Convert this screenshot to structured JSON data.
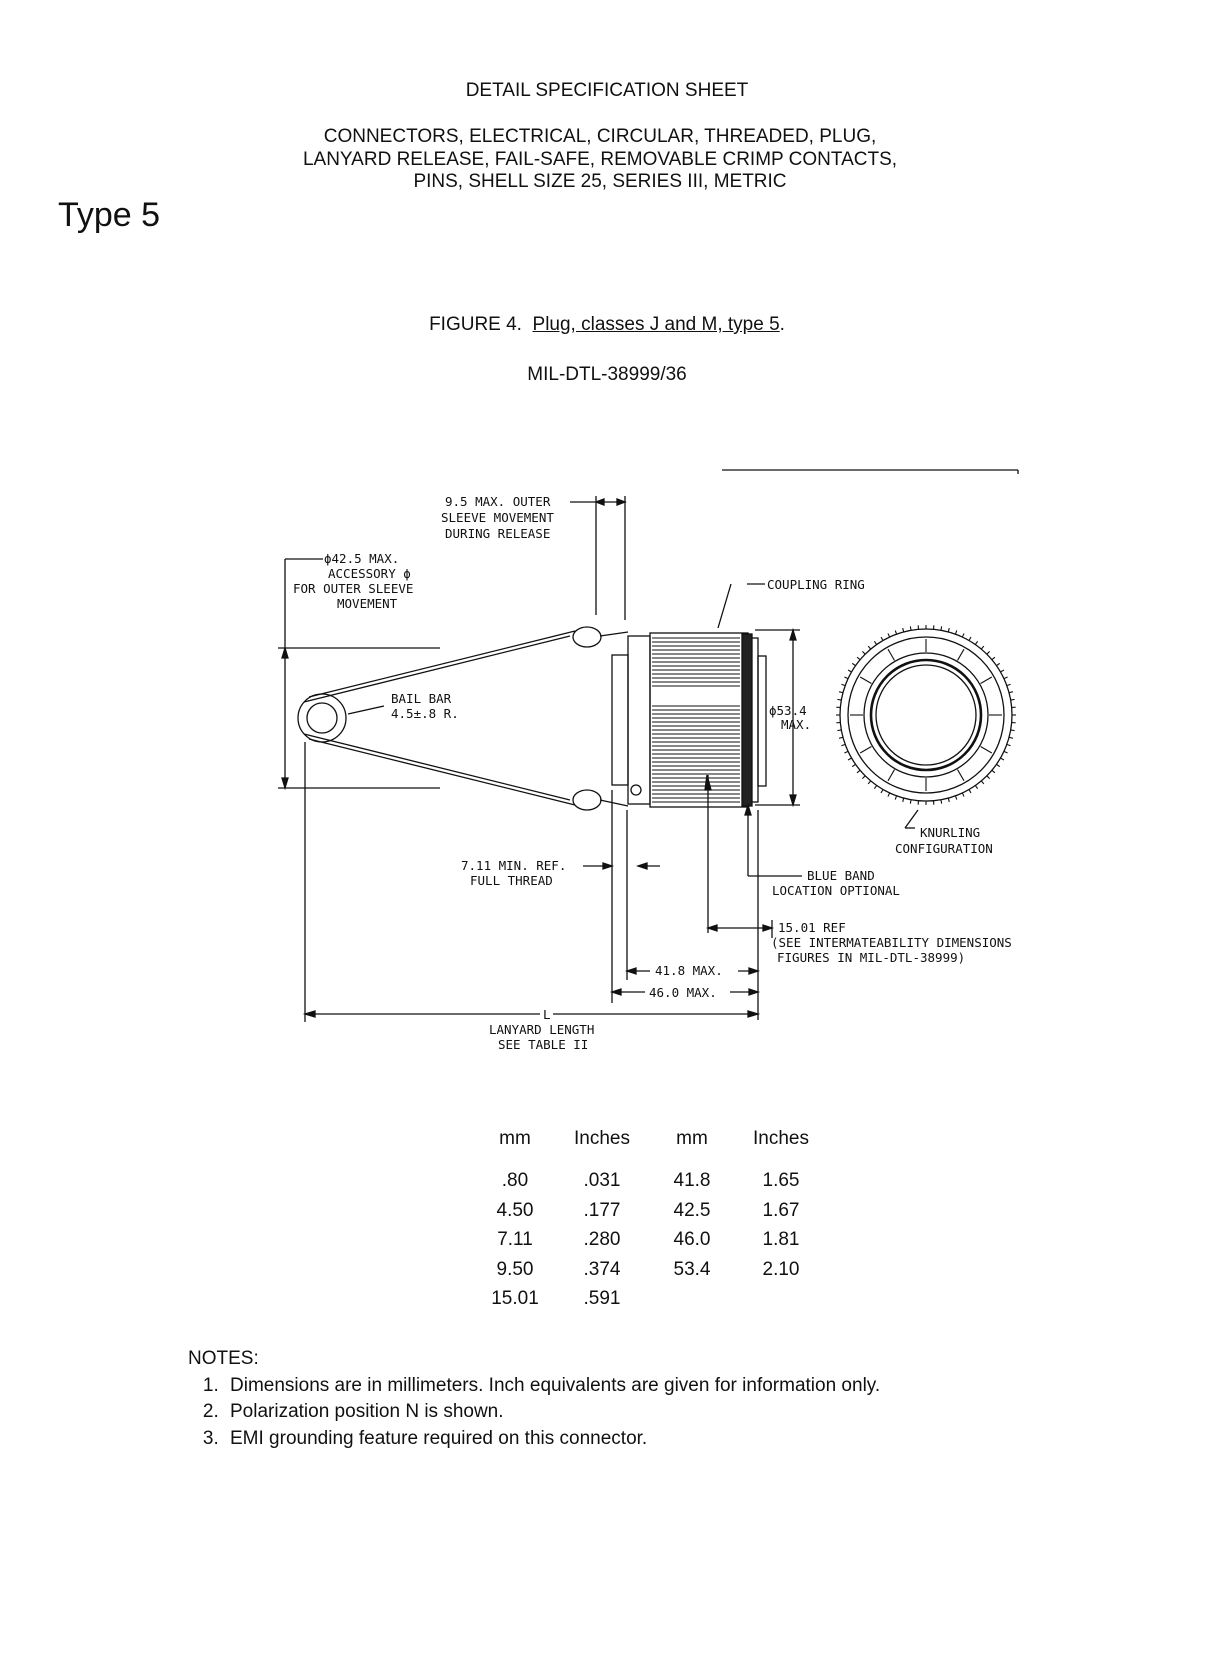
{
  "header": {
    "sheet_title": "DETAIL SPECIFICATION SHEET",
    "subtitle_lines": [
      "CONNECTORS, ELECTRICAL, CIRCULAR, THREADED, PLUG,",
      "LANYARD RELEASE, FAIL-SAFE, REMOVABLE CRIMP CONTACTS,",
      "PINS, SHELL SIZE 25, SERIES III, METRIC"
    ],
    "type_label": "Type 5"
  },
  "figure": {
    "caption_prefix": "FIGURE 4.",
    "caption_title": "Plug, classes J and M, type 5",
    "caption_suffix": ".",
    "doc_number": "MIL-DTL-38999/36"
  },
  "drawing": {
    "labels": {
      "outer_sleeve": [
        "9.5 MAX. OUTER",
        "SLEEVE MOVEMENT",
        "DURING RELEASE"
      ],
      "accessory": [
        "ϕ42.5 MAX.",
        "ACCESSORY ϕ",
        "FOR OUTER SLEEVE",
        "MOVEMENT"
      ],
      "coupling_ring": "COUPLING RING",
      "bail_bar": [
        "BAIL BAR",
        "4.5±.8 R."
      ],
      "diameter": [
        "ϕ53.4",
        "MAX."
      ],
      "knurling": [
        "KNURLING",
        "CONFIGURATION"
      ],
      "full_thread": [
        "7.11 MIN. REF.",
        "FULL THREAD"
      ],
      "blue_band": [
        "BLUE BAND",
        "LOCATION OPTIONAL"
      ],
      "ref_1501": [
        "15.01 REF",
        "(SEE INTERMATEABILITY DIMENSIONS",
        "FIGURES IN MIL-DTL-38999)"
      ],
      "max_418": "41.8 MAX.",
      "max_460": "46.0 MAX.",
      "lanyard": [
        "L",
        "LANYARD LENGTH",
        "SEE TABLE II"
      ]
    }
  },
  "table": {
    "headers": [
      "mm",
      "Inches",
      "mm",
      "Inches"
    ],
    "rows": [
      [
        ".80",
        ".031",
        "41.8",
        "1.65"
      ],
      [
        "4.50",
        ".177",
        "42.5",
        "1.67"
      ],
      [
        "7.11",
        ".280",
        "46.0",
        "1.81"
      ],
      [
        "9.50",
        ".374",
        "53.4",
        "2.10"
      ],
      [
        "15.01",
        ".591",
        "",
        ""
      ]
    ]
  },
  "notes": {
    "title": "NOTES:",
    "items": [
      "Dimensions are in millimeters.  Inch equivalents are given for information only.",
      "Polarization position N is shown.",
      "EMI grounding feature required on this connector."
    ]
  }
}
